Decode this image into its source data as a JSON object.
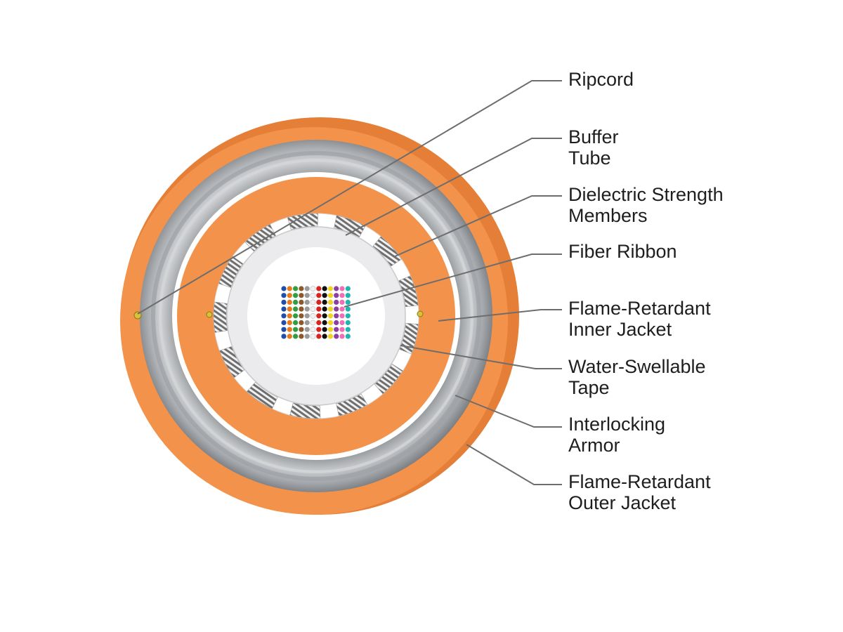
{
  "diagram": {
    "labels": [
      {
        "id": "ripcord",
        "lines": [
          "Ripcord"
        ]
      },
      {
        "id": "buffer-tube",
        "lines": [
          "Buffer",
          "Tube"
        ]
      },
      {
        "id": "dielectric-strength-members",
        "lines": [
          "Dielectric Strength",
          "Members"
        ]
      },
      {
        "id": "fiber-ribbon",
        "lines": [
          "Fiber Ribbon"
        ]
      },
      {
        "id": "inner-jacket",
        "lines": [
          "Flame-Retardant",
          "Inner Jacket"
        ]
      },
      {
        "id": "water-swellable-tape",
        "lines": [
          "Water-Swellable",
          "Tape"
        ]
      },
      {
        "id": "interlocking-armor",
        "lines": [
          "Interlocking",
          "Armor"
        ]
      },
      {
        "id": "outer-jacket",
        "lines": [
          "Flame-Retardant",
          "Outer Jacket"
        ]
      }
    ],
    "colors": {
      "jacket": "#f3924a",
      "jacket_edge": "#e07a34",
      "armor": "#b4b7ba",
      "armor_dark": "#8d9094",
      "tube": "#ebebed",
      "leader": "#6d6d6d",
      "ripcord": "#d9c23a"
    },
    "fiber_colors": [
      "#1f4fa8",
      "#e8771e",
      "#2e9e3f",
      "#8a5a2b",
      "#9a9a9a",
      "#f2f2f2",
      "#d9231f",
      "#111111",
      "#f1d31f",
      "#8b3fa3",
      "#f06eb4",
      "#21b5b1"
    ]
  }
}
